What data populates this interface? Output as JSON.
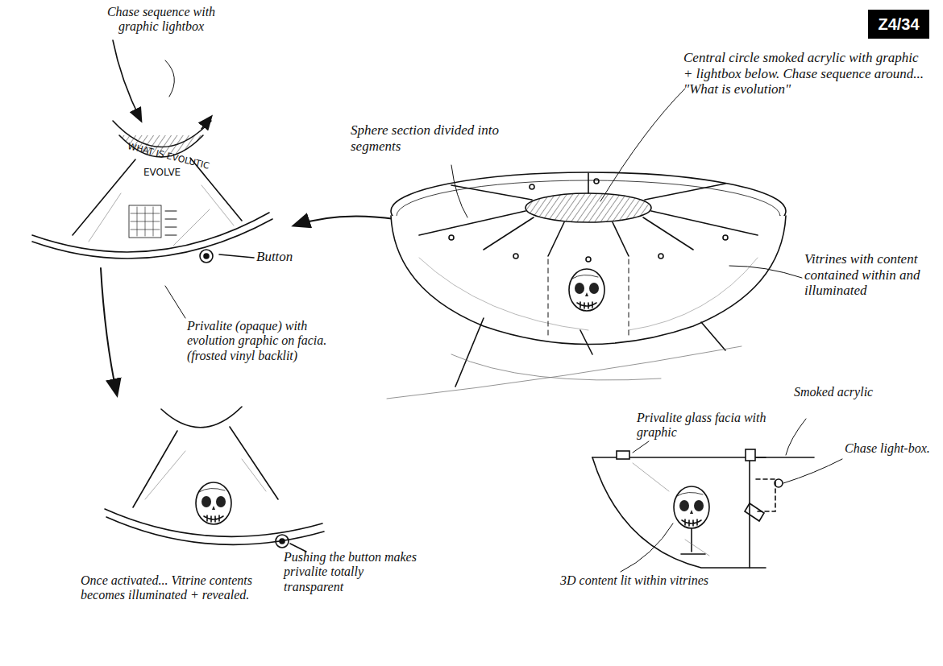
{
  "diagram": {
    "nodes": [
      {
        "text": [
          "Z4/34"
        ]
      }
    ],
    "labels": [
      "Chase sequence with graphic lightbox",
      "WHAT IS EVOLUTIC",
      "EVOLVE",
      "Button",
      "Privalite (opaque) with evolution graphic on facia. (frosted vinyl backlit)",
      "Once activated... Vitrine contents becomes illuminated + revealed.",
      "Pushing the button makes privalite totally transparent",
      "Sphere section divided into segments",
      "Central circle smoked acrylic with graphic + lightbox below. Chase sequence around... \"What is evolution\"",
      "Vitrines with content contained within and illuminated",
      "Privalite glass facia with graphic",
      "Smoked acrylic",
      "Chase light-box.",
      "3D content lit within vitrines"
    ]
  }
}
